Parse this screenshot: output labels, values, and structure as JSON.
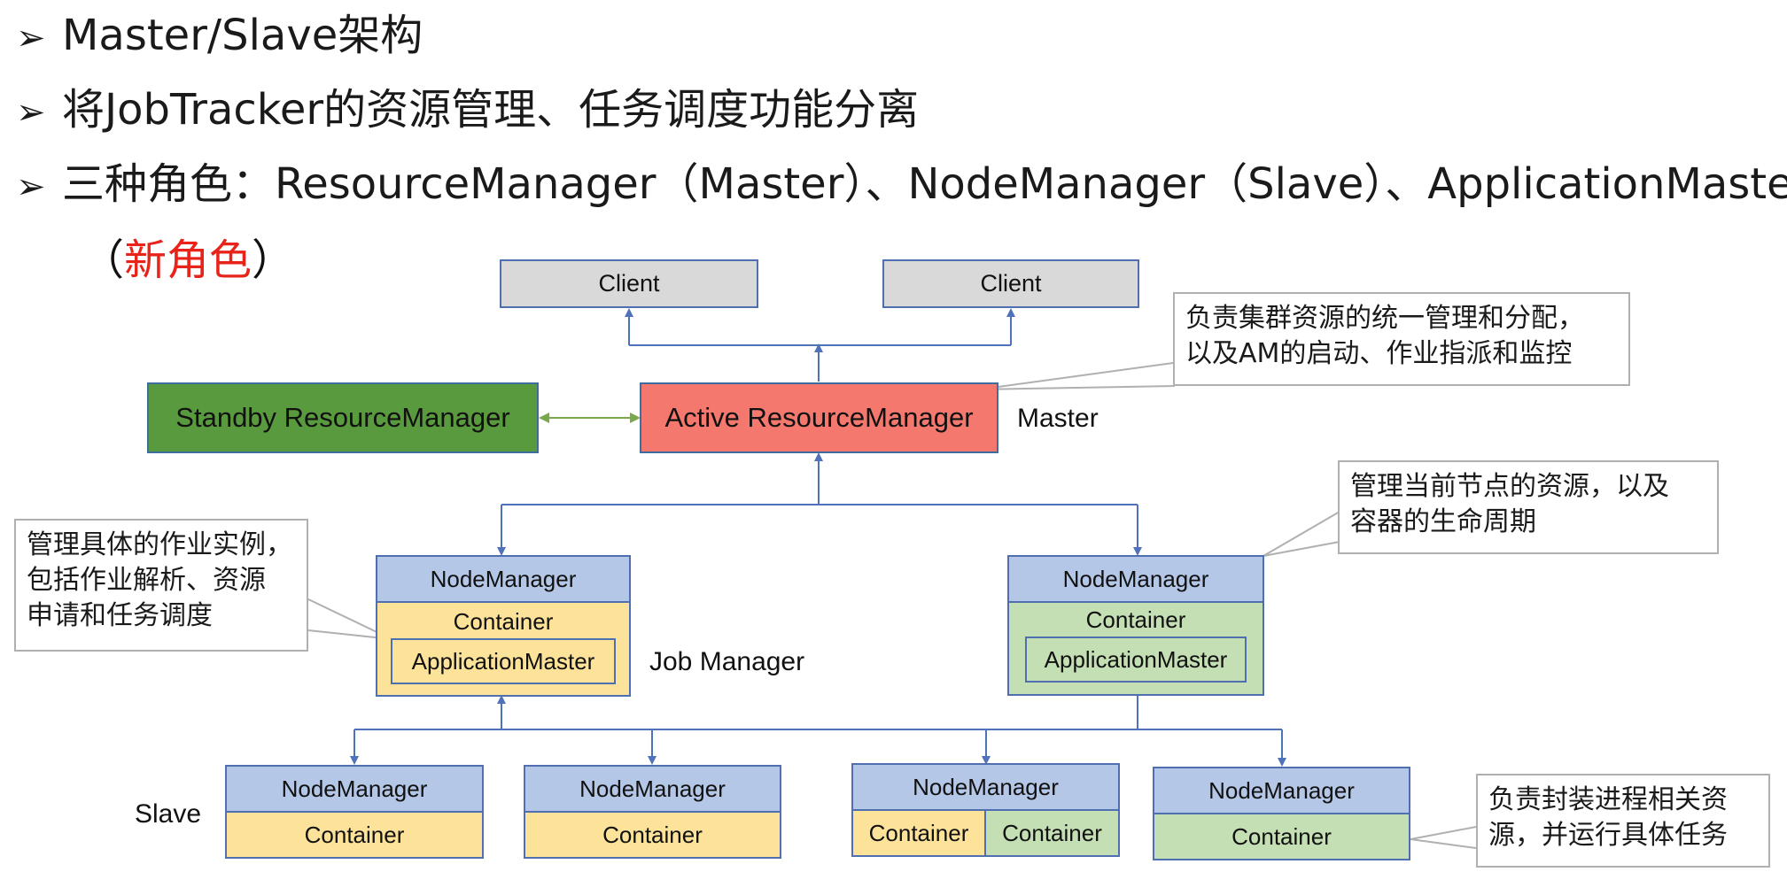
{
  "bullets": [
    {
      "mark": "➢",
      "text": "Master/Slave架构"
    },
    {
      "mark": "➢",
      "text": "将JobTracker的资源管理、任务调度功能分离"
    },
    {
      "mark": "➢",
      "text": "三种角色：ResourceManager（Master）、NodeManager（Slave）、ApplicationMaster"
    }
  ],
  "bullet3_cont": {
    "open": "（",
    "highlight": "新角色",
    "close": "）"
  },
  "diagram": {
    "client1": "Client",
    "client2": "Client",
    "standby_rm": "Standby ResourceManager",
    "active_rm": "Active ResourceManager",
    "master_label": "Master",
    "job_manager_label": "Job Manager",
    "slave_label": "Slave",
    "jm_left": {
      "nodemanager": "NodeManager",
      "container": "Container",
      "appmaster": "ApplicationMaster"
    },
    "jm_right": {
      "nodemanager": "NodeManager",
      "container": "Container",
      "appmaster": "ApplicationMaster"
    },
    "slaves": [
      {
        "nodemanager": "NodeManager",
        "containers": [
          "Container"
        ]
      },
      {
        "nodemanager": "NodeManager",
        "containers": [
          "Container"
        ]
      },
      {
        "nodemanager": "NodeManager",
        "containers": [
          "Container",
          "Container"
        ]
      },
      {
        "nodemanager": "NodeManager",
        "containers": [
          "Container"
        ]
      }
    ]
  },
  "callouts": {
    "rm": [
      "负责集群资源的统一管理和分配，",
      "以及AM的启动、作业指派和监控"
    ],
    "am": [
      "管理具体的作业实例，",
      "包括作业解析、资源",
      "申请和任务调度"
    ],
    "nm": [
      "管理当前节点的资源，以及",
      "容器的生命周期"
    ],
    "container": [
      "负责封装进程相关资",
      "源，并运行具体任务"
    ]
  },
  "colors": {
    "highlight_red": "#e8231a",
    "standby_green": "#5a9a3e",
    "active_red": "#f4786e",
    "nodemanager_blue": "#b4c7e7",
    "container_yellow": "#fde39a",
    "container_green": "#c5dfb4",
    "connector_blue": "#4f72b8",
    "standby_arrow_green": "#7aa84c"
  }
}
